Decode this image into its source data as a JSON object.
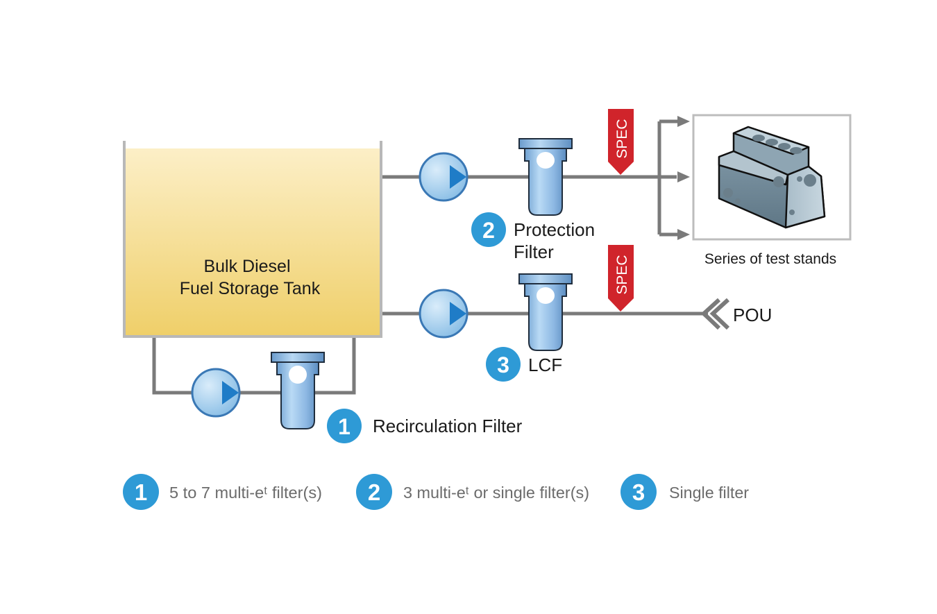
{
  "tank": {
    "line1": "Bulk Diesel",
    "line2": "Fuel Storage Tank"
  },
  "filters": {
    "protection": {
      "badge": "2",
      "line1": "Protection",
      "line2": "Filter"
    },
    "lcf": {
      "badge": "3",
      "label": "LCF"
    },
    "recirculation": {
      "badge": "1",
      "label": "Recirculation Filter"
    }
  },
  "spec_tags": [
    "SPEC",
    "SPEC"
  ],
  "destinations": {
    "test_stands": "Series of test stands",
    "pou": "POU"
  },
  "legend": [
    {
      "badge": "1",
      "text": "5 to 7 multi-eᵗ filter(s)"
    },
    {
      "badge": "2",
      "text": "3 multi-eᵗ or single filter(s)"
    },
    {
      "badge": "3",
      "text": "Single filter"
    }
  ],
  "colors": {
    "badge_blue": "#2e9ad6",
    "spec_red": "#d0242b",
    "pipe_gray": "#7a7a7a",
    "tank_top": "#fbecc0",
    "tank_bottom": "#efcf6a"
  }
}
